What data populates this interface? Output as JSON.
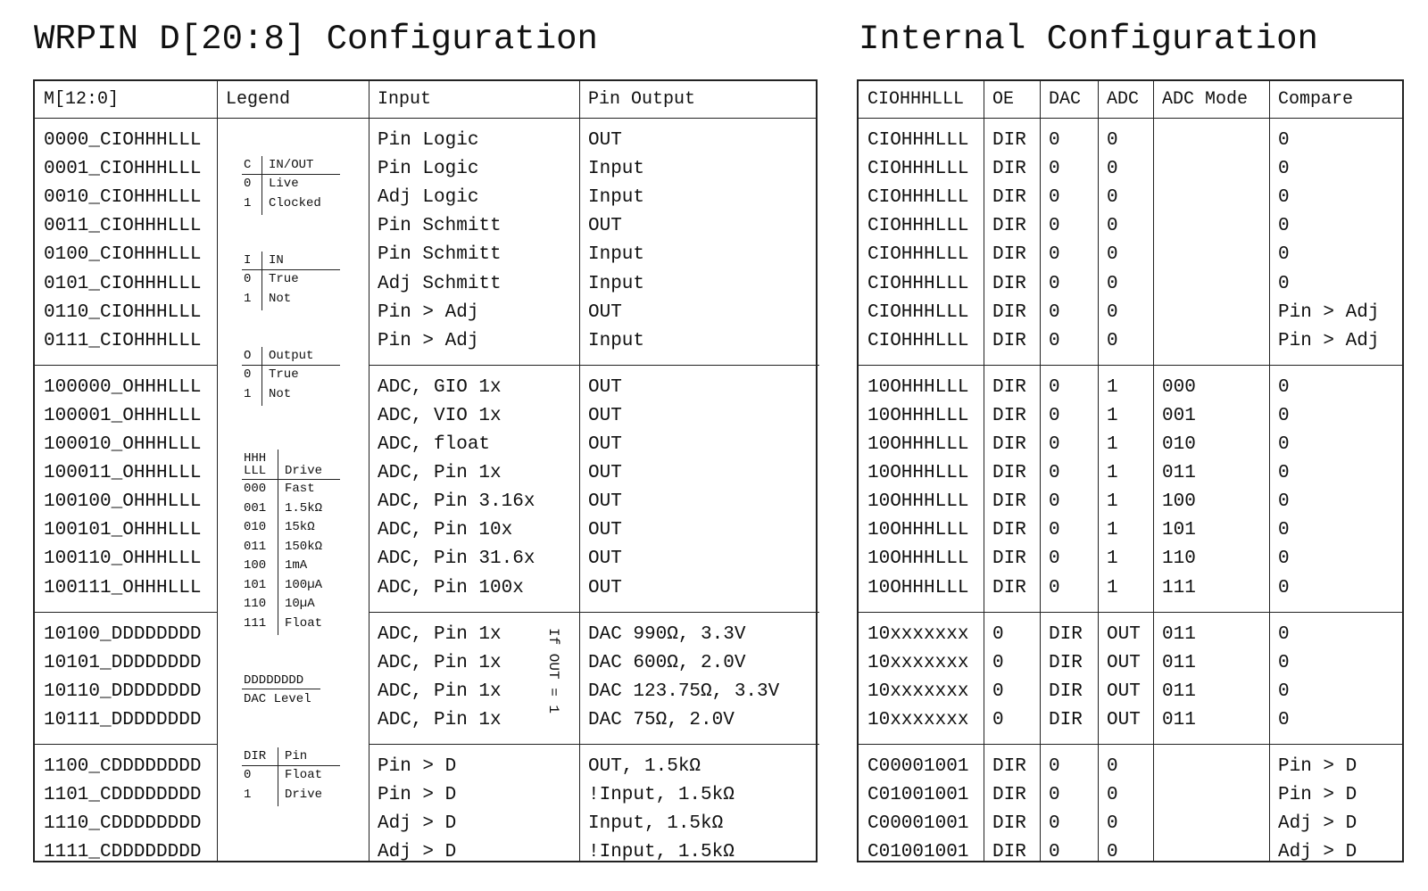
{
  "titles": {
    "left": "WRPIN D[20:8] Configuration",
    "right": "Internal Configuration"
  },
  "left_table": {
    "headers": [
      "M[12:0]",
      "Legend",
      "Input",
      "Pin Output"
    ],
    "groups": [
      {
        "rows": [
          [
            "0000_CIOHHHLLL",
            "Pin Logic",
            "OUT"
          ],
          [
            "0001_CIOHHHLLL",
            "Pin Logic",
            "Input"
          ],
          [
            "0010_CIOHHHLLL",
            "Adj Logic",
            "Input"
          ],
          [
            "0011_CIOHHHLLL",
            "Pin Schmitt",
            "OUT"
          ],
          [
            "0100_CIOHHHLLL",
            "Pin Schmitt",
            "Input"
          ],
          [
            "0101_CIOHHHLLL",
            "Adj Schmitt",
            "Input"
          ],
          [
            "0110_CIOHHHLLL",
            "Pin > Adj",
            "OUT"
          ],
          [
            "0111_CIOHHHLLL",
            "Pin > Adj",
            "Input"
          ]
        ]
      },
      {
        "rows": [
          [
            "100000_OHHHLLL",
            "ADC, GIO 1x",
            "OUT"
          ],
          [
            "100001_OHHHLLL",
            "ADC, VIO 1x",
            "OUT"
          ],
          [
            "100010_OHHHLLL",
            "ADC, float",
            "OUT"
          ],
          [
            "100011_OHHHLLL",
            "ADC, Pin 1x",
            "OUT"
          ],
          [
            "100100_OHHHLLL",
            "ADC, Pin 3.16x",
            "OUT"
          ],
          [
            "100101_OHHHLLL",
            "ADC, Pin 10x",
            "OUT"
          ],
          [
            "100110_OHHHLLL",
            "ADC, Pin 31.6x",
            "OUT"
          ],
          [
            "100111_OHHHLLL",
            "ADC, Pin 100x",
            "OUT"
          ]
        ]
      },
      {
        "rows": [
          [
            "10100_DDDDDDDD",
            "ADC, Pin 1x",
            "DAC 990Ω, 3.3V"
          ],
          [
            "10101_DDDDDDDD",
            "ADC, Pin 1x",
            "DAC 600Ω, 2.0V"
          ],
          [
            "10110_DDDDDDDD",
            "ADC, Pin 1x",
            "DAC 123.75Ω, 3.3V"
          ],
          [
            "10111_DDDDDDDD",
            "ADC, Pin 1x",
            "DAC 75Ω, 2.0V"
          ]
        ],
        "side_note": "If OUT = 1"
      },
      {
        "rows": [
          [
            "1100_CDDDDDDDD",
            "Pin > D",
            "OUT, 1.5kΩ"
          ],
          [
            "1101_CDDDDDDDD",
            "Pin > D",
            "!Input, 1.5kΩ"
          ],
          [
            "1110_CDDDDDDDD",
            "Adj > D",
            "Input, 1.5kΩ"
          ],
          [
            "1111_CDDDDDDDD",
            "Adj > D",
            "!Input, 1.5kΩ"
          ]
        ]
      }
    ],
    "legend": {
      "c": {
        "head": [
          "C",
          "IN/OUT"
        ],
        "rows": [
          [
            "0",
            "Live"
          ],
          [
            "1",
            "Clocked"
          ]
        ]
      },
      "i": {
        "head": [
          "I",
          "IN"
        ],
        "rows": [
          [
            "0",
            "True"
          ],
          [
            "1",
            "Not"
          ]
        ]
      },
      "o": {
        "head": [
          "O",
          "Output"
        ],
        "rows": [
          [
            "0",
            "True"
          ],
          [
            "1",
            "Not"
          ]
        ]
      },
      "drive": {
        "head": [
          "HHH",
          "LLL",
          "Drive"
        ],
        "rows": [
          [
            "000",
            "Fast"
          ],
          [
            "001",
            "1.5kΩ"
          ],
          [
            "010",
            "15kΩ"
          ],
          [
            "011",
            "150kΩ"
          ],
          [
            "100",
            "1mA"
          ],
          [
            "101",
            "100µA"
          ],
          [
            "110",
            "10µA"
          ],
          [
            "111",
            "Float"
          ]
        ]
      },
      "dac": {
        "top": "DDDDDDDD",
        "bottom": "DAC Level"
      },
      "dir": {
        "head": [
          "DIR",
          "Pin"
        ],
        "rows": [
          [
            "0",
            "Float"
          ],
          [
            "1",
            "Drive"
          ]
        ]
      }
    }
  },
  "right_table": {
    "headers": [
      "CIOHHHLLL",
      "OE",
      "DAC",
      "ADC",
      "ADC Mode",
      "Compare"
    ],
    "groups": [
      {
        "rows": [
          [
            "CIOHHHLLL",
            "DIR",
            "0",
            "0",
            "",
            "0"
          ],
          [
            "CIOHHHLLL",
            "DIR",
            "0",
            "0",
            "",
            "0"
          ],
          [
            "CIOHHHLLL",
            "DIR",
            "0",
            "0",
            "",
            "0"
          ],
          [
            "CIOHHHLLL",
            "DIR",
            "0",
            "0",
            "",
            "0"
          ],
          [
            "CIOHHHLLL",
            "DIR",
            "0",
            "0",
            "",
            "0"
          ],
          [
            "CIOHHHLLL",
            "DIR",
            "0",
            "0",
            "",
            "0"
          ],
          [
            "CIOHHHLLL",
            "DIR",
            "0",
            "0",
            "",
            "Pin > Adj"
          ],
          [
            "CIOHHHLLL",
            "DIR",
            "0",
            "0",
            "",
            "Pin > Adj"
          ]
        ]
      },
      {
        "rows": [
          [
            "10OHHHLLL",
            "DIR",
            "0",
            "1",
            "000",
            "0"
          ],
          [
            "10OHHHLLL",
            "DIR",
            "0",
            "1",
            "001",
            "0"
          ],
          [
            "10OHHHLLL",
            "DIR",
            "0",
            "1",
            "010",
            "0"
          ],
          [
            "10OHHHLLL",
            "DIR",
            "0",
            "1",
            "011",
            "0"
          ],
          [
            "10OHHHLLL",
            "DIR",
            "0",
            "1",
            "100",
            "0"
          ],
          [
            "10OHHHLLL",
            "DIR",
            "0",
            "1",
            "101",
            "0"
          ],
          [
            "10OHHHLLL",
            "DIR",
            "0",
            "1",
            "110",
            "0"
          ],
          [
            "10OHHHLLL",
            "DIR",
            "0",
            "1",
            "111",
            "0"
          ]
        ]
      },
      {
        "rows": [
          [
            "10xxxxxxx",
            "0",
            "DIR",
            "OUT",
            "011",
            "0"
          ],
          [
            "10xxxxxxx",
            "0",
            "DIR",
            "OUT",
            "011",
            "0"
          ],
          [
            "10xxxxxxx",
            "0",
            "DIR",
            "OUT",
            "011",
            "0"
          ],
          [
            "10xxxxxxx",
            "0",
            "DIR",
            "OUT",
            "011",
            "0"
          ]
        ]
      },
      {
        "rows": [
          [
            "C00001001",
            "DIR",
            "0",
            "0",
            "",
            "Pin > D"
          ],
          [
            "C01001001",
            "DIR",
            "0",
            "0",
            "",
            "Pin > D"
          ],
          [
            "C00001001",
            "DIR",
            "0",
            "0",
            "",
            "Adj > D"
          ],
          [
            "C01001001",
            "DIR",
            "0",
            "0",
            "",
            "Adj > D"
          ]
        ]
      }
    ]
  }
}
